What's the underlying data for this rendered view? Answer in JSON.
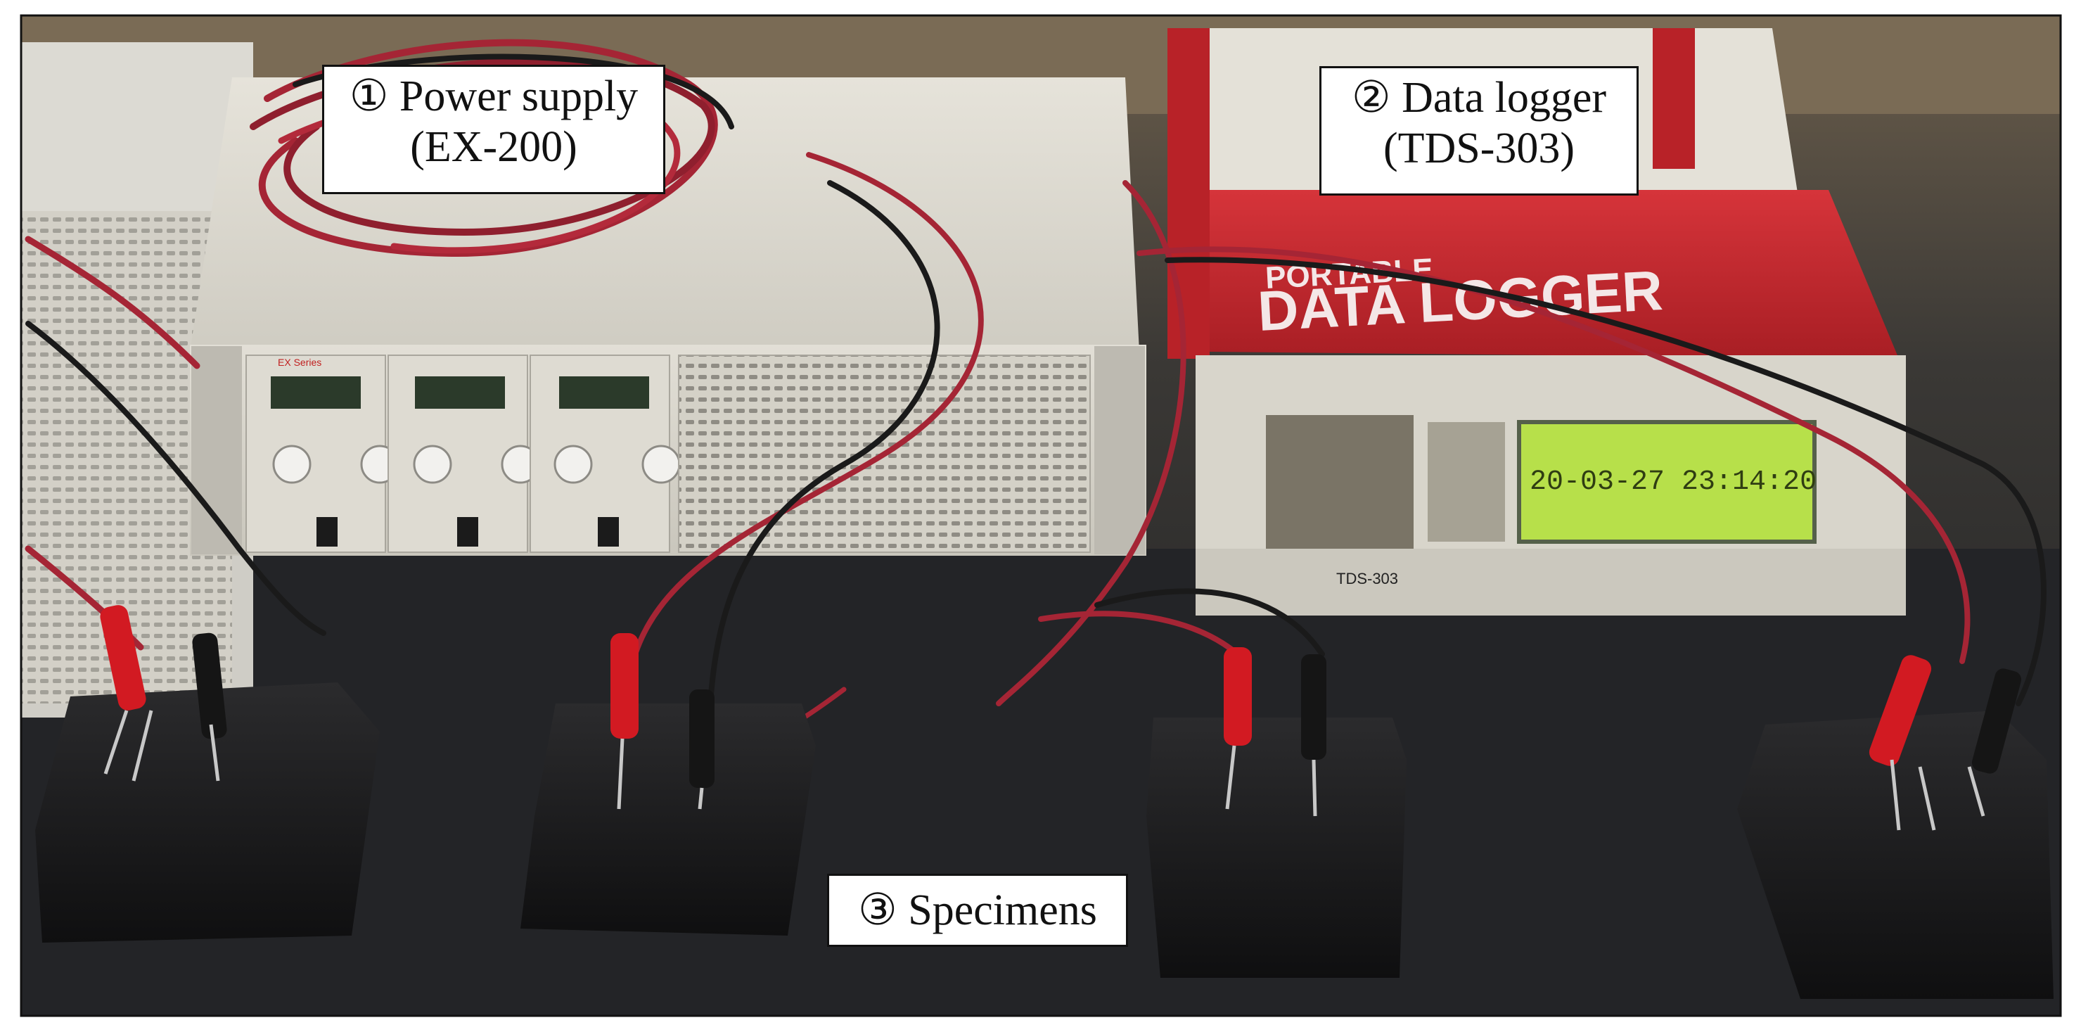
{
  "labels": {
    "power_supply": {
      "line1": "① Power supply",
      "line2": "(EX-200)"
    },
    "data_logger": {
      "line1": "② Data logger",
      "line2": "(TDS-303)"
    },
    "specimens": {
      "line1": "③ Specimens"
    }
  },
  "device_text": {
    "ex_series": "EX Series",
    "logger_lid": "PORTABLE",
    "logger_lid_big": "DATA LOGGER",
    "logger_display": "20-03-27  23:14:20",
    "logger_model": "TDS-303"
  },
  "colors": {
    "background": "#2a2b2e",
    "table": "#1f2022",
    "power_supply_body": "#d9d6cc",
    "logger_red": "#c0262c",
    "lcd_green": "#b7e04a",
    "wire_red": "#a52535",
    "wire_black": "#1a1a1a",
    "clip_red": "#d21a22",
    "specimen": "#141414"
  }
}
